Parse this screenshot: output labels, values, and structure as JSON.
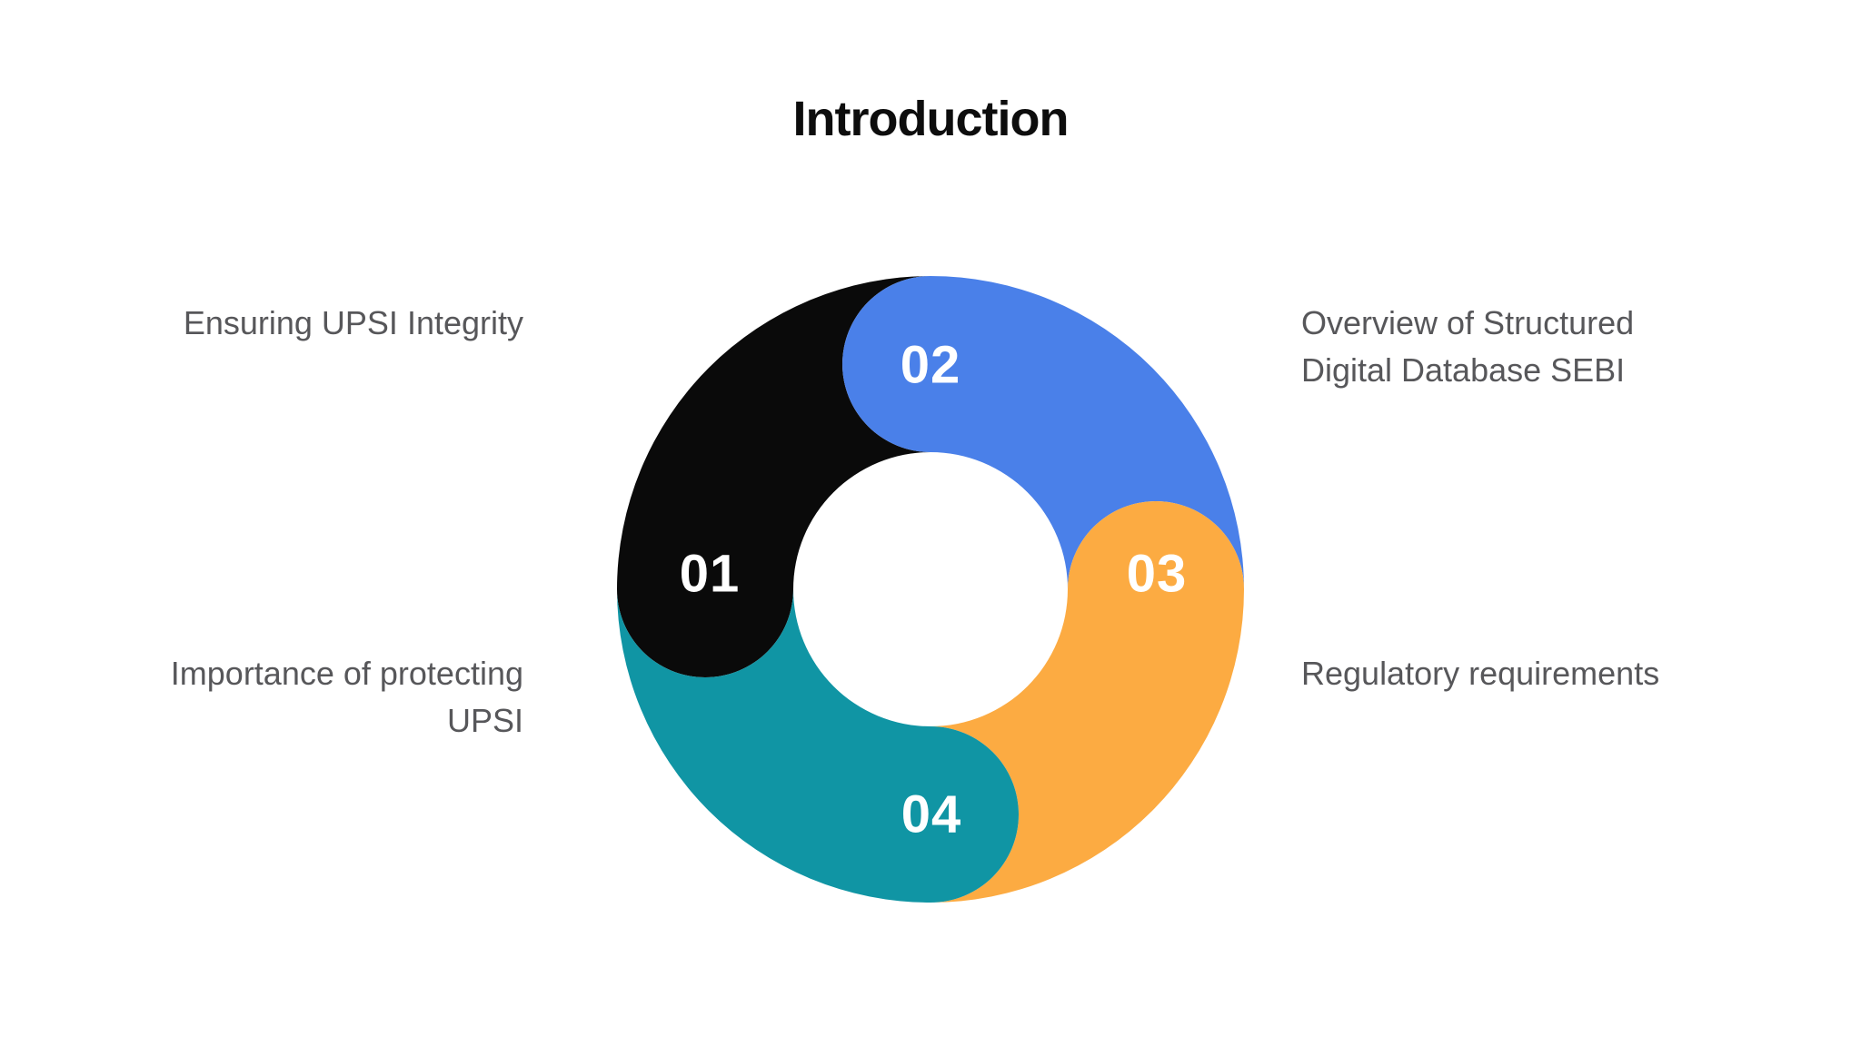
{
  "slide": {
    "title": "Introduction",
    "background_color": "#ffffff",
    "title_color": "#0d0d0d"
  },
  "diagram": {
    "type": "cycle-donut",
    "number_text_color": "#ffffff",
    "label_text_color": "#57575a",
    "segments": [
      {
        "number": "01",
        "color": "#0a0a0a",
        "label_lines": [
          "Ensuring UPSI Integrity"
        ]
      },
      {
        "number": "02",
        "color": "#4a80e9",
        "label_lines": [
          "Overview of Structured",
          "Digital Database SEBI"
        ]
      },
      {
        "number": "03",
        "color": "#fcab42",
        "label_lines": [
          "Regulatory requirements"
        ]
      },
      {
        "number": "04",
        "color": "#1095a4",
        "label_lines": [
          "Importance of protecting",
          "UPSI"
        ]
      }
    ]
  }
}
